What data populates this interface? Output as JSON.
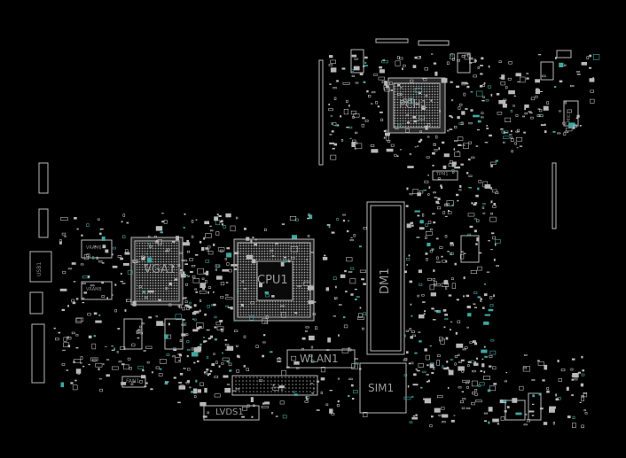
{
  "diagram": {
    "type": "pcb-boardview",
    "background": "#000000",
    "stroke_color": "#b8b8b8",
    "accent_color": "#3fa6a0",
    "components": {
      "pch": "PCH1",
      "vga": "VGA1",
      "cpu": "CPU1",
      "dimm": "DM1",
      "wlan": "WLAN1",
      "sim": "SIM1",
      "lvds": "LVDS1",
      "usb": "USB1",
      "fan": "FAN1",
      "vram_a": "VRAM6",
      "vram_b": "VRAM8",
      "tpm": "TPM1",
      "mic": "MIC1"
    }
  }
}
